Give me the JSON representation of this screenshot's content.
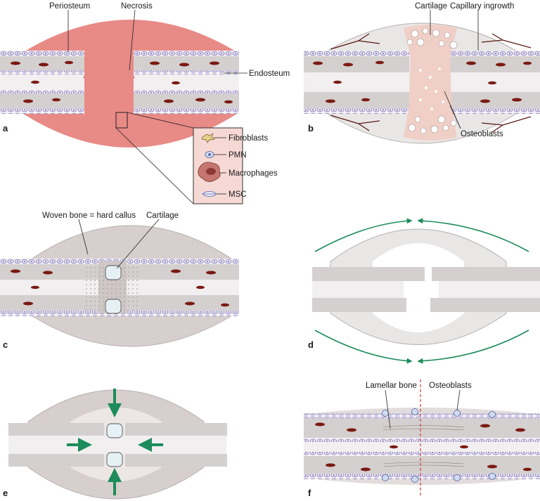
{
  "panels": {
    "a": {
      "letter": "a",
      "labels": {
        "periosteum": "Periosteum",
        "necrosis": "Necrosis",
        "endosteum": "Endosteum"
      },
      "legend": {
        "fibroblasts": "Fibroblasts",
        "pmn": "PMN",
        "macrophages": "Macrophages",
        "msc": "MSC"
      }
    },
    "b": {
      "letter": "b",
      "labels": {
        "cartilage": "Cartilage",
        "capillary": "Capillary ingrowth",
        "osteoblasts": "Osteoblasts"
      }
    },
    "c": {
      "letter": "c",
      "labels": {
        "woven": "Woven bone = hard callus",
        "cartilage": "Cartilage"
      }
    },
    "d": {
      "letter": "d"
    },
    "e": {
      "letter": "e"
    },
    "f": {
      "letter": "f",
      "labels": {
        "lamellar": "Lamellar bone",
        "osteoblasts": "Osteoblasts"
      }
    }
  },
  "colors": {
    "hematoma": "#e88a86",
    "cortex": "#d4d0cf",
    "marrow": "#f1eff0",
    "cellOutline": "#8a7fb8",
    "vessel": "#7a1a12",
    "callus": "#e2dad8",
    "arrowGreen": "#1d8c5a",
    "dashRed": "#d23a3a"
  }
}
